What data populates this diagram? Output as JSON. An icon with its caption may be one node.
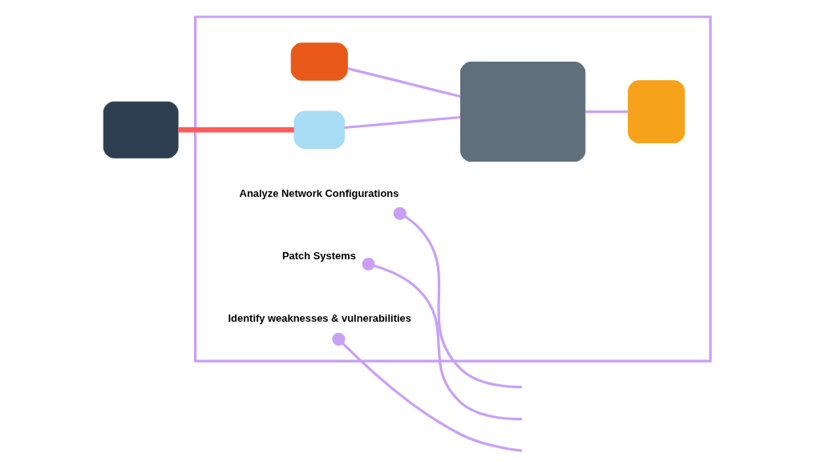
{
  "diagram": {
    "nodes": [
      {
        "text": [],
        "shape": "box"
      },
      {
        "text": [],
        "shape": "box"
      },
      {
        "text": [],
        "shape": "box",
        "in": 1
      },
      {
        "text": [
          "Analyze Network Configurations"
        ],
        "in": 1
      },
      {
        "text": [
          "Patch Systems"
        ],
        "in": 1
      },
      {
        "text": [],
        "shape": "box",
        "in": 1
      },
      {
        "text": [],
        "shape": "box",
        "in": 1
      },
      {
        "text": [],
        "shape": "box",
        "in": 1
      },
      {
        "text": [
          "Identify weaknesses & vulnerabilities"
        ],
        "in": 1
      }
    ],
    "edges": [
      {
        "from": 0,
        "to": 5,
        "arrow": "none",
        "style": "thick",
        "color": "#ff5a5a"
      },
      {
        "from": 5,
        "to": 6,
        "arrow": "none"
      },
      {
        "from": 2,
        "to": 6,
        "arrow": "none"
      },
      {
        "from": 6,
        "to": 7,
        "arrow": "none"
      },
      {
        "from": 3,
        "to": null,
        "arrow": "other"
      },
      {
        "from": 4,
        "to": null,
        "arrow": "other"
      },
      {
        "from": 8,
        "to": null,
        "arrow": "other"
      }
    ]
  }
}
